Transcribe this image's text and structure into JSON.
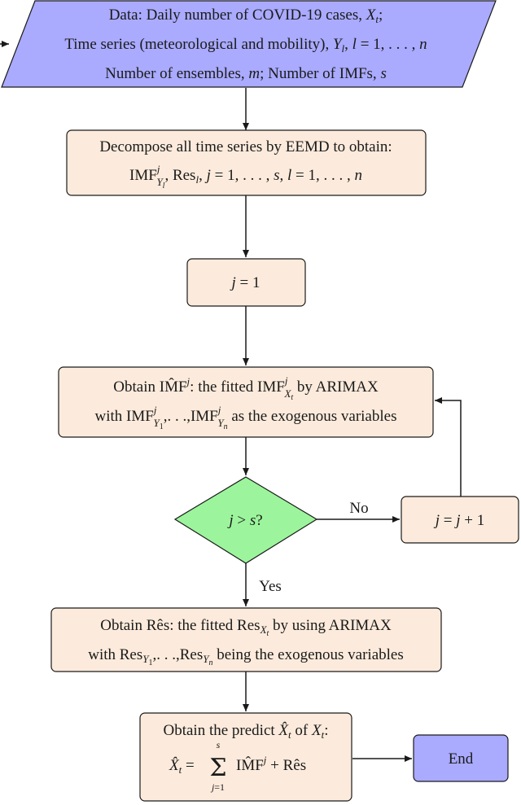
{
  "colors": {
    "data_fill": "#aaaaff",
    "process_fill": "#fcebdc",
    "decision_fill": "#9cf59c",
    "end_fill": "#aaaaff",
    "stroke": "#1a1a1a"
  },
  "nodes": {
    "data": {
      "line1": "Data: Daily number of COVID-19 cases, X_t;",
      "line2": "Time series (meteorological and mobility), Y_l, l = 1, . . . , n",
      "line3": "Number of ensembles, m; Number of IMFs, s"
    },
    "decompose": {
      "line1": "Decompose all time series by EEMD to obtain:",
      "line2": "IMF^j_{Y_l}, Res_l, j = 1, . . . , s, l = 1, . . . , n"
    },
    "init": {
      "text": "j = 1"
    },
    "fit_imf": {
      "line1": "Obtain IM̂F^j: the fitted IMF^j_{X_t} by ARIMAX",
      "line2": "with IMF^j_{Y_1},. . .,IMF^j_{Y_n} as the exogenous variables"
    },
    "decision": {
      "text": "j > s?"
    },
    "increment": {
      "text": "j = j + 1"
    },
    "fit_res": {
      "line1": "Obtain Rês: the fitted Res_{X_t} by using ARIMAX",
      "line2": "with Res_{Y_1},. . .,Res_{Y_n} being the exogenous variables"
    },
    "predict": {
      "line1": "Obtain the predict X̂_t of X_t:",
      "line2": "X̂_t = Σ_{j=1}^{s} IM̂F^j + Rês"
    },
    "end": {
      "text": "End"
    }
  },
  "edges": {
    "no_label": "No",
    "yes_label": "Yes"
  }
}
